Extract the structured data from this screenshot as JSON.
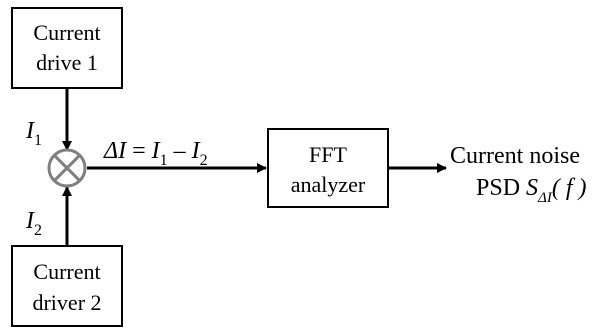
{
  "blocks": {
    "driver1": {
      "line1": "Current",
      "line2": "drive 1"
    },
    "driver2": {
      "line1": "Current",
      "line2": "driver 2"
    },
    "fft": {
      "line1": "FFT",
      "line2": "analyzer"
    }
  },
  "signals": {
    "i1": {
      "main": "I",
      "sub": "1"
    },
    "i2": {
      "main": "I",
      "sub": "2"
    },
    "delta": {
      "lhs": "ΔI",
      "eq": " = ",
      "a": "I",
      "a_sub": "1",
      "minus": " – ",
      "b": "I",
      "b_sub": "2"
    }
  },
  "output": {
    "line1": "Current noise",
    "prefix": "PSD ",
    "s": "S",
    "s_sub": "ΔI",
    "arg": "( f )"
  },
  "icons": {
    "mixer": "circled-times-icon",
    "arrow": "arrowhead-icon"
  }
}
